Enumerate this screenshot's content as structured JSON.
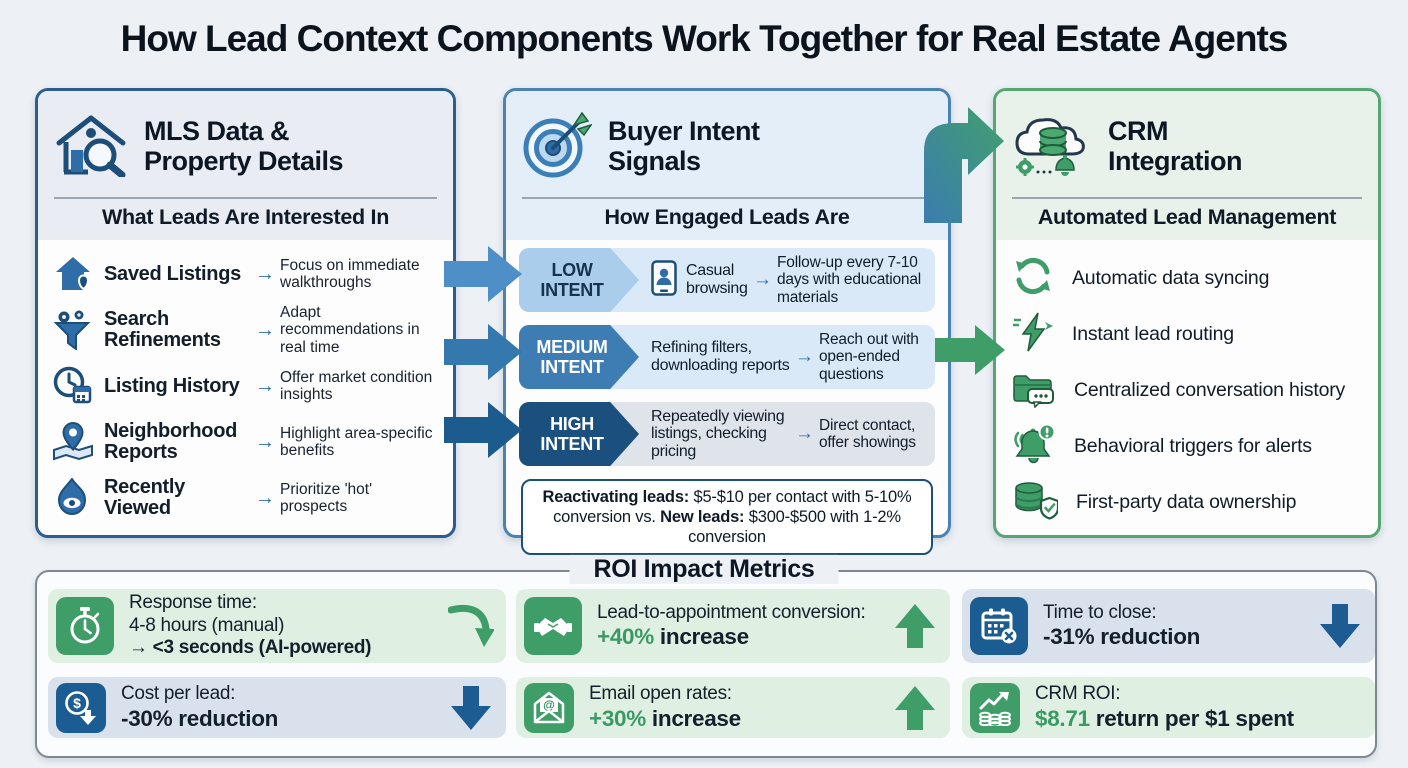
{
  "title": "How Lead Context Components Work Together for Real Estate Agents",
  "glyphs": {
    "arrow": "→"
  },
  "colors": {
    "background": "#edf1f6",
    "blue_dark": "#1b4f7e",
    "blue": "#3b7fb8",
    "blue_light": "#a9cdeb",
    "green": "#3f9d68",
    "green_light": "#dfefe2",
    "blue_gray_card": "#d9e1ec",
    "panel_mls_border": "#2b5d8f",
    "panel_intent_border": "#4a82b3",
    "panel_crm_border": "#55a673"
  },
  "panels": {
    "mls": {
      "title_line1": "MLS Data &",
      "title_line2": "Property Details",
      "subtitle": "What Leads Are Interested In",
      "items": [
        {
          "icon": "house-heart-icon",
          "label": "Saved Listings",
          "desc": "Focus on immediate walkthroughs"
        },
        {
          "icon": "funnel-gears-icon",
          "label": "Search Refinements",
          "desc": "Adapt recommendations in real time"
        },
        {
          "icon": "clock-calendar-icon",
          "label": "Listing History",
          "desc": "Offer market condition insights"
        },
        {
          "icon": "map-pin-icon",
          "label": "Neighborhood Reports",
          "desc": "Highlight area-specific benefits"
        },
        {
          "icon": "flame-eye-icon",
          "label": "Recently Viewed",
          "desc": "Prioritize 'hot' prospects"
        }
      ]
    },
    "intent": {
      "title_line1": "Buyer Intent",
      "title_line2": "Signals",
      "subtitle": "How Engaged Leads Are",
      "rows": [
        {
          "level_line1": "LOW",
          "level_line2": "INTENT",
          "behavior": "Casual browsing",
          "action": "Follow-up every 7-10 days with educational materials"
        },
        {
          "level_line1": "MEDIUM",
          "level_line2": "INTENT",
          "behavior": "Refining filters, downloading reports",
          "action": "Reach out with open-ended questions"
        },
        {
          "level_line1": "HIGH",
          "level_line2": "INTENT",
          "behavior": "Repeatedly viewing listings, checking pricing",
          "action": "Direct contact, offer showings"
        }
      ],
      "note": {
        "bold1": "Reactivating leads:",
        "text1": " $5-$10 per contact with 5-10% conversion vs. ",
        "bold2": "New leads:",
        "text2": " $300-$500 with 1-2% conversion"
      }
    },
    "crm": {
      "title_line1": "CRM",
      "title_line2": "Integration",
      "subtitle": "Automated Lead Management",
      "items": [
        {
          "icon": "sync-icon",
          "label": "Automatic data syncing"
        },
        {
          "icon": "lightning-icon",
          "label": "Instant lead routing"
        },
        {
          "icon": "folder-chat-icon",
          "label": "Centralized conversation history"
        },
        {
          "icon": "bell-alert-icon",
          "label": "Behavioral triggers for alerts"
        },
        {
          "icon": "database-shield-icon",
          "label": "First-party data ownership"
        }
      ]
    }
  },
  "roi": {
    "title": "ROI Impact Metrics",
    "metrics": [
      {
        "icon": "stopwatch-icon",
        "label": "Response time:",
        "line2": "4-8 hours (manual)",
        "line3": "→ <3 seconds (AI-powered)",
        "trend": "down",
        "theme": "green"
      },
      {
        "icon": "cost-down-icon",
        "label": "Cost per lead:",
        "value": "-30% reduction",
        "trend": "down",
        "theme": "blue"
      },
      {
        "icon": "handshake-icon",
        "label": "Lead-to-appointment conversion:",
        "highlight": "+40%",
        "value": " increase",
        "trend": "up",
        "theme": "green"
      },
      {
        "icon": "email-open-icon",
        "label": "Email open rates:",
        "highlight": "+30%",
        "value": " increase",
        "trend": "up",
        "theme": "green"
      },
      {
        "icon": "calendar-x-icon",
        "label": "Time to close:",
        "value": "-31% reduction",
        "trend": "down",
        "theme": "blue"
      },
      {
        "icon": "chart-coins-icon",
        "label": "CRM ROI:",
        "highlight": "$8.71",
        "value": " return per $1 spent",
        "theme": "green"
      }
    ]
  }
}
